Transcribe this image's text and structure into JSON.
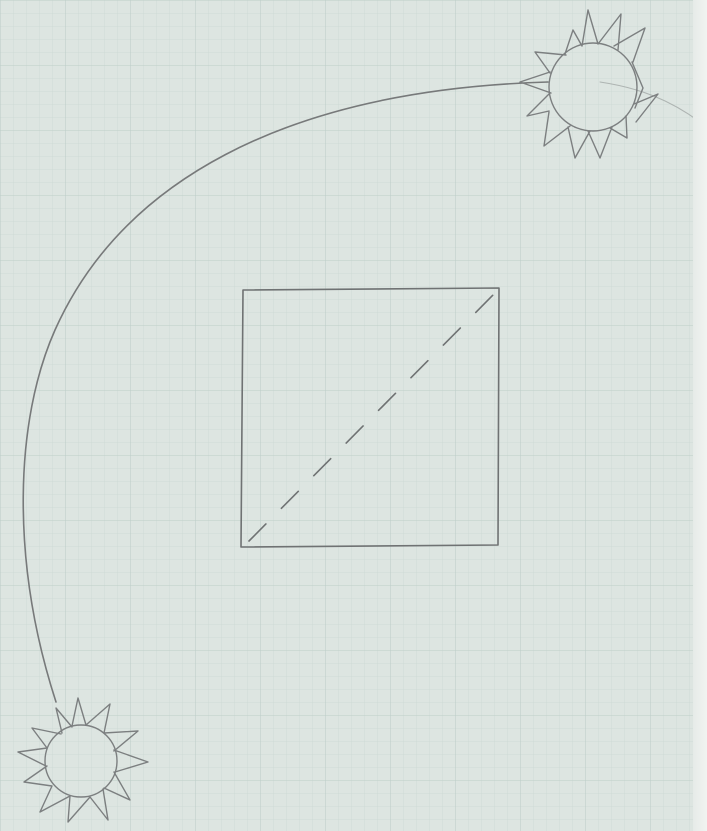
{
  "diagram": {
    "title": "",
    "paper": {
      "background_color": "#dde5e1",
      "grid_minor_color": "#c9d7d2",
      "grid_major_color": "#b9cbc5"
    },
    "pencil_color": "#77797a",
    "nodes": [
      {
        "id": "sun-top",
        "kind": "sun-sketch",
        "label": ""
      },
      {
        "id": "sun-bottom",
        "kind": "sun-sketch",
        "label": ""
      },
      {
        "id": "square",
        "kind": "square",
        "label": ""
      }
    ],
    "edges": [
      {
        "from": "sun-bottom",
        "to": "sun-top",
        "style": "solid-arc"
      },
      {
        "within": "square",
        "style": "dashed-diagonal"
      }
    ]
  }
}
